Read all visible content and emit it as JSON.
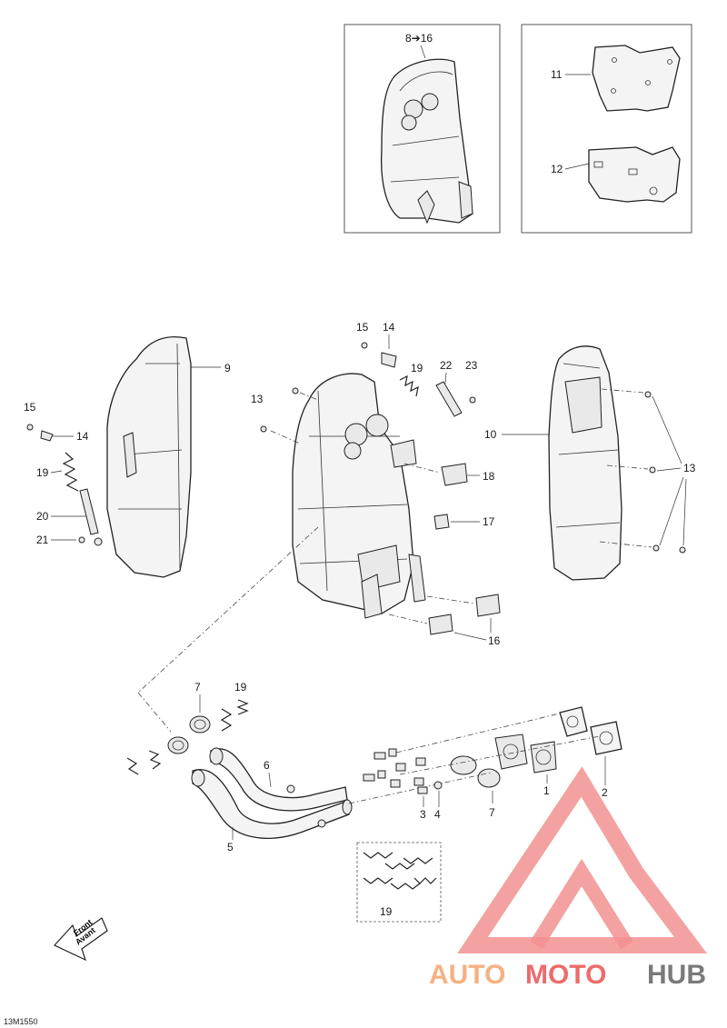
{
  "inset_label": "8➔16",
  "callouts": {
    "c11": "11",
    "c12": "12",
    "c9": "9",
    "c10": "10",
    "c13a": "13",
    "c13b": "13",
    "c14a": "14",
    "c14b": "14",
    "c15a": "15",
    "c15b": "15",
    "c16": "16",
    "c17": "17",
    "c18": "18",
    "c19a": "19",
    "c19b": "19",
    "c19c": "19",
    "c19d": "19",
    "c20": "20",
    "c21": "21",
    "c22": "22",
    "c23": "23",
    "c1": "1",
    "c2": "2",
    "c3": "3",
    "c4": "4",
    "c5": "5",
    "c6": "6",
    "c7a": "7",
    "c7b": "7"
  },
  "front_arrow": {
    "line1": "Front",
    "line2": "Avant"
  },
  "drawing_code": "13M1550",
  "watermark": {
    "part1": "AUTO",
    "part2": "MOTO",
    "part3": "HUB",
    "color1": "#f5b183",
    "color2": "#ee6b6b",
    "color3": "#7a7a7a"
  }
}
